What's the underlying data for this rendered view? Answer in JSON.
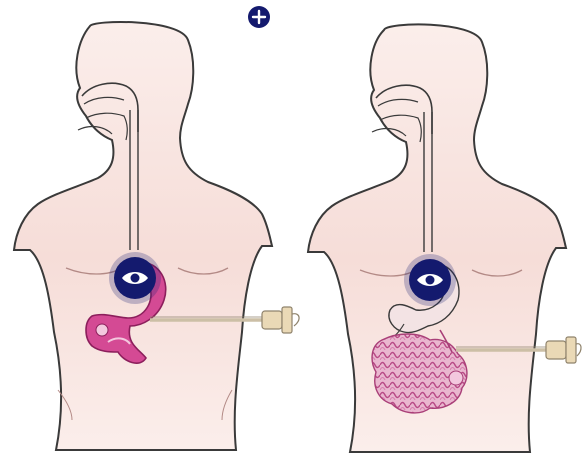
{
  "colors": {
    "background": "#ffffff",
    "skin": "#f6ddd8",
    "skin_shade": "#e9c3bd",
    "outline": "#3a3a3a",
    "stomach_left": "#d44a94",
    "stomach_right": "#f3e3e4",
    "intestine": "#c9669a",
    "hotspot": "#141a6e",
    "tube": "#ccbfa6",
    "syringe": "#ead9b6"
  },
  "figures": [
    {
      "id": "left",
      "label": "",
      "organ": "stomach",
      "tube_site": "stomach"
    },
    {
      "id": "right",
      "label": "",
      "organ": "intestine",
      "tube_site": "jejunum"
    }
  ],
  "icons": {
    "zoom_top": "plus-icon",
    "hotspot_left": "eye-icon",
    "hotspot_right": "eye-icon"
  }
}
